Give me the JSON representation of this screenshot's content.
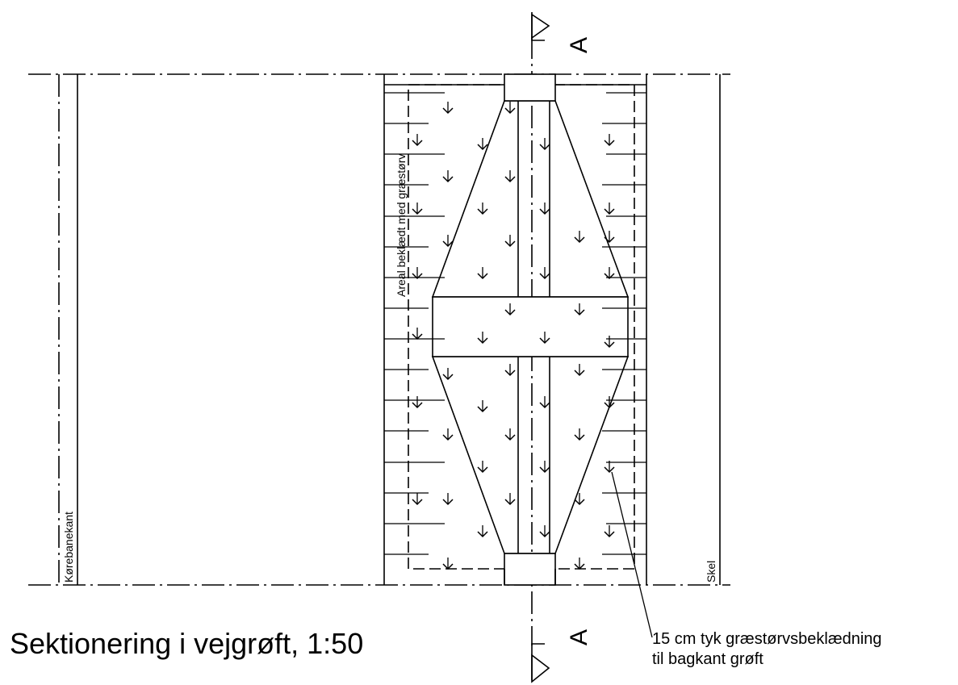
{
  "title": "Sektionering i vejgrøft, 1:50",
  "labels": {
    "korebanekant": "Kørebanekant",
    "skel": "Skel",
    "areal": "Areal beklædt med græstørv"
  },
  "section_marker": {
    "top": "A",
    "bottom": "A"
  },
  "note": {
    "line1": "15 cm tyk græstørvsbeklædning",
    "line2": "til bagkant grøft"
  }
}
